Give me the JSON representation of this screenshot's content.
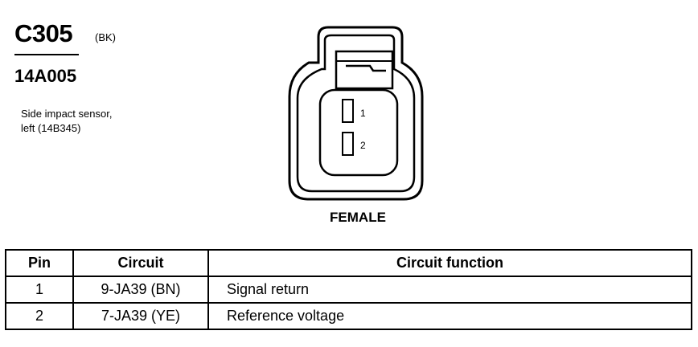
{
  "header": {
    "connector_id": "C305",
    "color_code": "(BK)",
    "part_number": "14A005",
    "description_line1": "Side impact sensor,",
    "description_line2": "left (14B345)"
  },
  "connector": {
    "pin_labels": [
      "1",
      "2"
    ],
    "gender": "FEMALE"
  },
  "table": {
    "headers": [
      "Pin",
      "Circuit",
      "Circuit function"
    ],
    "rows": [
      {
        "pin": "1",
        "circuit": "9-JA39 (BN)",
        "function": "Signal return"
      },
      {
        "pin": "2",
        "circuit": "7-JA39 (YE)",
        "function": "Reference voltage"
      }
    ]
  }
}
